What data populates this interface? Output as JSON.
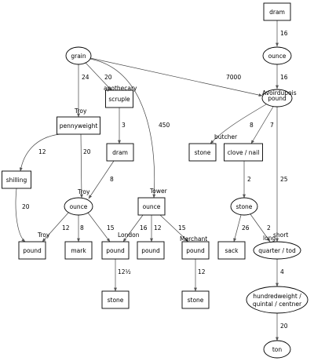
{
  "nodes": [
    {
      "id": "dram_top",
      "label": "dram",
      "shape": "box"
    },
    {
      "id": "ounce_av",
      "label": "ounce",
      "shape": "ellipse"
    },
    {
      "id": "grain",
      "label": "grain",
      "shape": "ellipse"
    },
    {
      "id": "pound_av",
      "label": "pound",
      "shape": "ellipse"
    },
    {
      "id": "scruple",
      "label": "scruple",
      "shape": "box"
    },
    {
      "id": "pennyweight",
      "label": "pennyweight",
      "shape": "box"
    },
    {
      "id": "dram_ap",
      "label": "dram",
      "shape": "box"
    },
    {
      "id": "stone_butcher",
      "label": "stone",
      "shape": "box"
    },
    {
      "id": "clove",
      "label": "clove / nail",
      "shape": "box"
    },
    {
      "id": "shilling",
      "label": "shilling",
      "shape": "box"
    },
    {
      "id": "ounce_troy",
      "label": "ounce",
      "shape": "ellipse"
    },
    {
      "id": "ounce_tower",
      "label": "ounce",
      "shape": "box"
    },
    {
      "id": "stone_wool",
      "label": "stone",
      "shape": "ellipse"
    },
    {
      "id": "pound_troy",
      "label": "pound",
      "shape": "box"
    },
    {
      "id": "mark",
      "label": "mark",
      "shape": "box"
    },
    {
      "id": "pound_london",
      "label": "pound",
      "shape": "box"
    },
    {
      "id": "pound_tower",
      "label": "pound",
      "shape": "box"
    },
    {
      "id": "pound_merchant",
      "label": "pound",
      "shape": "box"
    },
    {
      "id": "sack",
      "label": "sack",
      "shape": "box"
    },
    {
      "id": "quarter",
      "label": "quarter / tod",
      "shape": "ellipse"
    },
    {
      "id": "stone_london",
      "label": "stone",
      "shape": "box"
    },
    {
      "id": "stone_merchant",
      "label": "stone",
      "shape": "box"
    },
    {
      "id": "cwt",
      "label": "hundredweight /",
      "label2": "quintal / centner",
      "shape": "ellipse"
    },
    {
      "id": "ton",
      "label": "ton",
      "shape": "ellipse"
    }
  ],
  "qualifiers": {
    "apothecary": "apothecary",
    "troy_pw": "Troy",
    "avoirdupois": "Avoirdupois",
    "butcher": "butcher",
    "troy_oz": "Troy",
    "tower_oz": "Tower",
    "troy_lb": "Troy",
    "london": "London",
    "merchant": "Merchant",
    "long": "long",
    "short": "short"
  },
  "edges": [
    {
      "id": "e_dram_ounce",
      "from": "dram_top",
      "to": "ounce_av",
      "label": "16"
    },
    {
      "id": "e_ounce_pound",
      "from": "ounce_av",
      "to": "pound_av",
      "label": "16"
    },
    {
      "id": "e_grain_pound",
      "from": "grain",
      "to": "pound_av",
      "label": "7000"
    },
    {
      "id": "e_grain_scruple",
      "from": "grain",
      "to": "scruple",
      "label": "20"
    },
    {
      "id": "e_grain_pw",
      "from": "grain",
      "to": "pennyweight",
      "label": "24"
    },
    {
      "id": "e_grain_tower",
      "from": "grain",
      "to": "ounce_tower",
      "label": "450"
    },
    {
      "id": "e_scruple_dram",
      "from": "scruple",
      "to": "dram_ap",
      "label": "3"
    },
    {
      "id": "e_dram_troyoz",
      "from": "dram_ap",
      "to": "ounce_troy",
      "label": "8"
    },
    {
      "id": "e_pw_shilling",
      "from": "pennyweight",
      "to": "shilling",
      "label": "12"
    },
    {
      "id": "e_pw_troyoz",
      "from": "pennyweight",
      "to": "ounce_troy",
      "label": "20"
    },
    {
      "id": "e_pound_butcher",
      "from": "pound_av",
      "to": "stone_butcher",
      "label": "8"
    },
    {
      "id": "e_pound_clove",
      "from": "pound_av",
      "to": "clove",
      "label": "7"
    },
    {
      "id": "e_pound_quarter",
      "from": "pound_av",
      "to": "quarter",
      "label": "25"
    },
    {
      "id": "e_shilling_troylb",
      "from": "shilling",
      "to": "pound_troy",
      "label": "20"
    },
    {
      "id": "e_troyoz_troylb",
      "from": "ounce_troy",
      "to": "pound_troy",
      "label": "12"
    },
    {
      "id": "e_troyoz_mark",
      "from": "ounce_troy",
      "to": "mark",
      "label": "8"
    },
    {
      "id": "e_troyoz_london",
      "from": "ounce_troy",
      "to": "pound_london",
      "label": "15"
    },
    {
      "id": "e_tower_london",
      "from": "ounce_tower",
      "to": "pound_london",
      "label": "16"
    },
    {
      "id": "e_tower_towerlb",
      "from": "ounce_tower",
      "to": "pound_tower",
      "label": "12"
    },
    {
      "id": "e_tower_merchant",
      "from": "ounce_tower",
      "to": "pound_merchant",
      "label": "15"
    },
    {
      "id": "e_clove_stone",
      "from": "clove",
      "to": "stone_wool",
      "label": "2"
    },
    {
      "id": "e_stone_sack",
      "from": "stone_wool",
      "to": "sack",
      "label": "26"
    },
    {
      "id": "e_stone_quarter",
      "from": "stone_wool",
      "to": "quarter",
      "label": "2"
    },
    {
      "id": "e_london_stone",
      "from": "pound_london",
      "to": "stone_london",
      "label": "12½"
    },
    {
      "id": "e_merchant_stone",
      "from": "pound_merchant",
      "to": "stone_merchant",
      "label": "12"
    },
    {
      "id": "e_quarter_cwt",
      "from": "quarter",
      "to": "cwt",
      "label": "4"
    },
    {
      "id": "e_cwt_ton",
      "from": "cwt",
      "to": "ton",
      "label": "20"
    }
  ]
}
